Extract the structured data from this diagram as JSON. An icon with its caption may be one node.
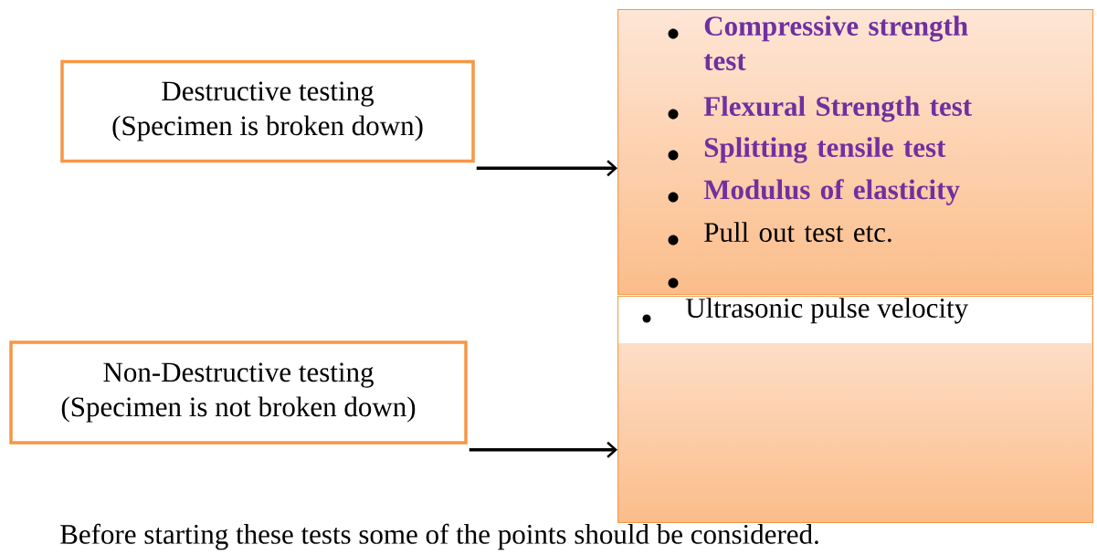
{
  "diagram": {
    "nodes": [
      {
        "text": [
          "Destructive testing",
          "(Specimen is broken down)"
        ]
      },
      {
        "text": [
          "Non-Destructive testing",
          "(Specimen is not broken down)"
        ]
      },
      {
        "text": [
          "Compressive strength test",
          "Flexural Strength test",
          "Splitting tensile test",
          "Modulus of elasticity",
          "Pull out test etc."
        ]
      },
      {
        "text": [
          "Ultrasonic pulse velocity"
        ]
      }
    ],
    "edges": [
      {
        "from": 0,
        "to": 2,
        "arrow": "to"
      },
      {
        "from": 1,
        "to": 3,
        "arrow": "to"
      }
    ],
    "labels": [
      "Before starting these tests some of the points should be considered."
    ]
  }
}
